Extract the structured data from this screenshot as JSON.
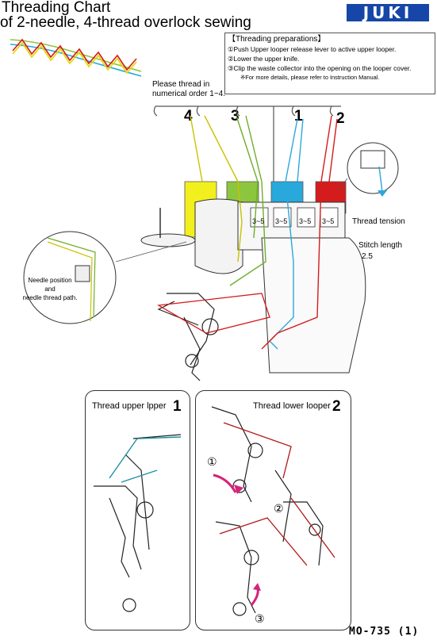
{
  "header": {
    "title_line1": "Threading Chart",
    "title_line2": "of 2-needle, 4-thread overlock sewing",
    "brand": "JUKI"
  },
  "preparations": {
    "title": "【Threading preparations】",
    "steps": [
      "①Push Upper looper release lever to active upper looper.",
      "②Lower the upper knife.",
      "③Clip the waste collector into the opening on the looper cover."
    ],
    "note": "※For more details, please refer to Instruction Manual."
  },
  "order_note": {
    "line1": "Please thread in",
    "line2": "numerical order 1~4."
  },
  "thread_numbers": [
    "4",
    "3",
    "1",
    "2"
  ],
  "tension_values": [
    "3~5",
    "3~5",
    "3~5",
    "3~5"
  ],
  "labels": {
    "thread_tension": "Thread tension",
    "stitch_length": "Stitch length",
    "stitch_value": "2.5",
    "needle_line1": "Needle position",
    "needle_line2": "and",
    "needle_line3": "needle thread path."
  },
  "panels": {
    "upper_title": "Thread upper lpper",
    "upper_number": "1",
    "lower_title": "Thread lower looper",
    "lower_number": "2",
    "step_marks": [
      "①",
      "②",
      "③"
    ]
  },
  "model": "MO-735 (1)",
  "colors": {
    "yellow": "#f2ef1e",
    "green": "#8cc63f",
    "blue": "#29a8dc",
    "red": "#d41c1c",
    "brand_blue": "#1546a8",
    "arrow_pink": "#d4237a"
  }
}
